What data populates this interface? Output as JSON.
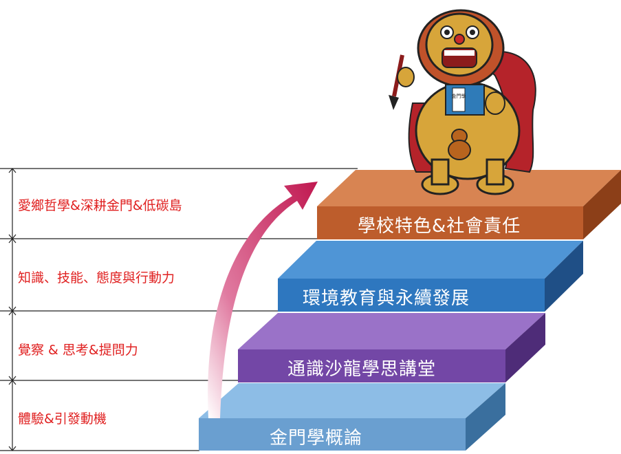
{
  "levels": [
    {
      "label": "體驗&引發動機"
    },
    {
      "label": "覺察 & 思考&提問力"
    },
    {
      "label": "知識、技能、態度與行動力"
    },
    {
      "label": "愛鄉哲學&深耕金門&低碳島"
    }
  ],
  "steps": [
    {
      "label": "金門學概論",
      "color": "#6a9fd0"
    },
    {
      "label": "通識沙龍學思講堂",
      "color": "#7347a6"
    },
    {
      "label": "環境教育與永續發展",
      "color": "#2e77bf"
    },
    {
      "label": "學校特色&社會責任",
      "color": "#bd5d2c"
    }
  ],
  "mascot_book_text": "金門學",
  "colors": {
    "level_text": "#e02020",
    "arrow": "#c8205a"
  }
}
